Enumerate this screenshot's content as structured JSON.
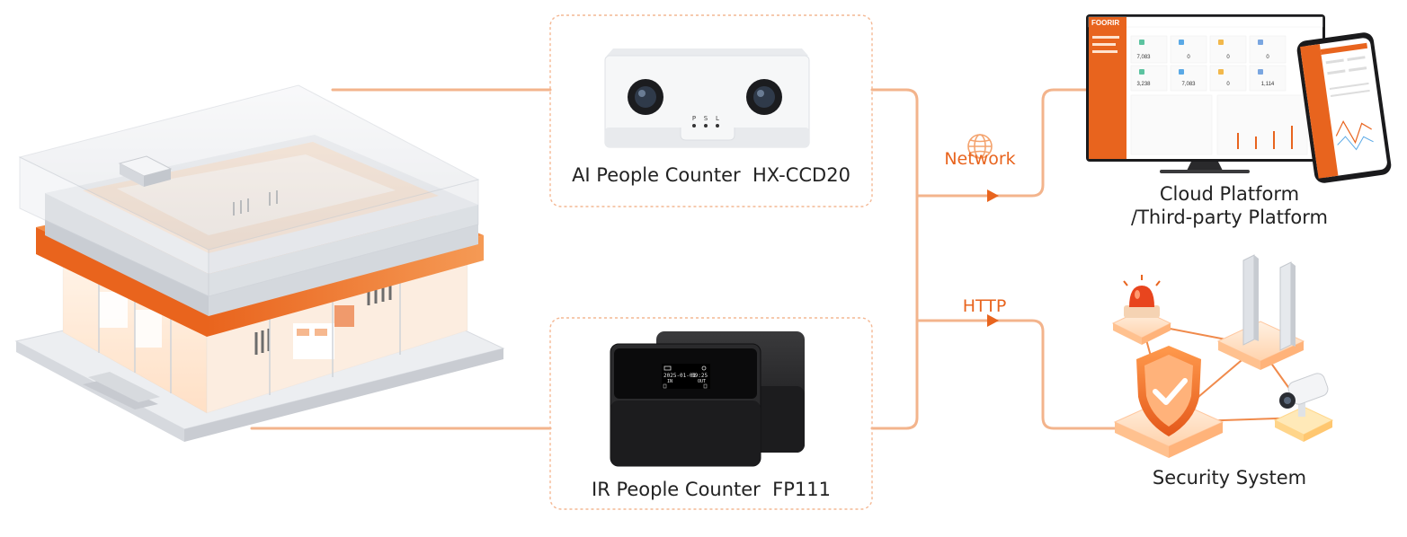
{
  "colors": {
    "accent": "#e8641e",
    "line": "#f3b48c",
    "dash": "#f4b894",
    "text": "#222222"
  },
  "devices": {
    "ai_counter": {
      "label": "AI People Counter  HX-CCD20",
      "indicators": [
        "P",
        "S",
        "L"
      ]
    },
    "ir_counter": {
      "label": "IR People Counter  FP111",
      "screen_date": "2025-01-01",
      "screen_time": "09:25",
      "screen_in": "IN",
      "screen_out": "OUT"
    }
  },
  "connections": {
    "network_label": "Network",
    "http_label": "HTTP"
  },
  "platforms": {
    "cloud_line1": "Cloud Platform",
    "cloud_line2": "/Third-party Platform",
    "dashboard_brand": "FOORIR",
    "dashboard_stats": [
      "7,083",
      "0",
      "0",
      "0",
      "3,238",
      "7,083",
      "0",
      "1,114"
    ],
    "security_label": "Security System"
  },
  "icons": [
    "store-building-icon",
    "globe-icon",
    "arrow-right-icon",
    "alarm-light-icon",
    "shield-check-icon",
    "security-gate-icon",
    "cctv-camera-icon"
  ]
}
